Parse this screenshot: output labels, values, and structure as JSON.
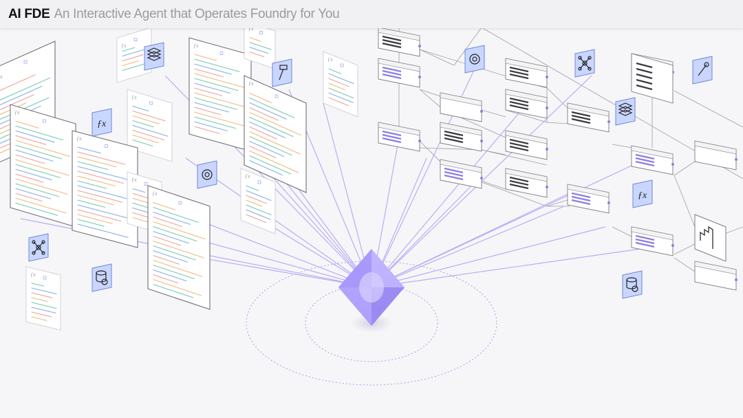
{
  "header": {
    "title": "AI FDE",
    "subtitle": "An Interactive Agent that Operates Foundry for You"
  },
  "colors": {
    "background": "#f6f6f8",
    "accent": "#9b8cf5",
    "line": "#b9b0f7",
    "tile": "#c9d6ff",
    "tile_border": "#6f86d6",
    "card_border": "#7a7a80",
    "code_red": "#f0a8a0",
    "code_blue": "#8ab6ea",
    "code_teal": "#7fcfb8",
    "code_orange": "#f2bd8a",
    "node_bar": "#8b7de8"
  },
  "center": {
    "name": "ai-agent-crystal"
  },
  "left_panels": [
    {
      "icon": "function-icon"
    },
    {
      "icon": "function-icon"
    },
    {
      "icon": "function-icon"
    },
    {
      "icon": "function-icon"
    },
    {
      "icon": "function-icon"
    },
    {
      "icon": "function-icon"
    }
  ],
  "icon_tiles": [
    {
      "icon": "gear-icon"
    },
    {
      "icon": "hammer-icon"
    },
    {
      "icon": "function-icon"
    },
    {
      "icon": "network-icon"
    },
    {
      "icon": "database-icon"
    },
    {
      "icon": "stack-icon"
    },
    {
      "icon": "wrench-icon"
    },
    {
      "icon": "chart-icon"
    }
  ]
}
